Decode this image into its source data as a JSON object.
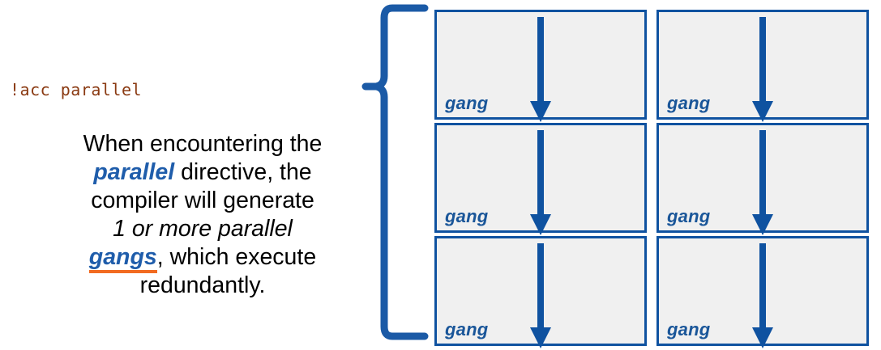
{
  "slide": {
    "code_directive": "!acc parallel",
    "caption": {
      "line1_pre": "When encountering the",
      "keyword_parallel": "parallel",
      "line2_post": " directive, the",
      "line3": "compiler will generate",
      "emphasis": "1 or more parallel",
      "keyword_gangs": "gangs",
      "line5_post": ", which execute",
      "line6": "redundantly."
    }
  },
  "gang_grid": {
    "rows": 3,
    "columns": 2,
    "cells": [
      {
        "label": "gang",
        "arrow": "down-arrow-icon"
      },
      {
        "label": "gang",
        "arrow": "down-arrow-icon"
      },
      {
        "label": "gang",
        "arrow": "down-arrow-icon"
      },
      {
        "label": "gang",
        "arrow": "down-arrow-icon"
      },
      {
        "label": "gang",
        "arrow": "down-arrow-icon"
      },
      {
        "label": "gang",
        "arrow": "down-arrow-icon"
      }
    ]
  },
  "brace": {
    "icon": "left-curly-brace-icon"
  },
  "colors": {
    "accent_blue": "#0f52a0",
    "label_blue": "#1a5699",
    "keyword_blue": "#1f5dab",
    "code_brown": "#8a3a12",
    "underline_orange": "#f26b21",
    "box_fill": "#f0f0f0",
    "background": "#ffffff",
    "text": "#000000"
  }
}
